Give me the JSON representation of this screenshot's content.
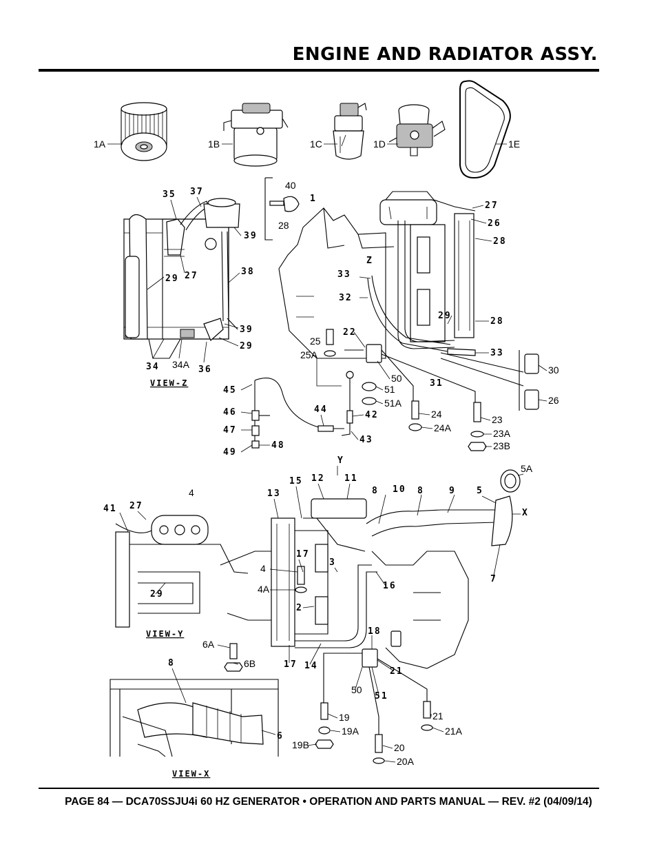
{
  "header": {
    "title": "ENGINE AND RADIATOR ASSY."
  },
  "footer": {
    "text": "PAGE 84 — DCA70SSJU4i 60 HZ GENERATOR • OPERATION AND PARTS MANUAL — REV. #2 (04/09/14)"
  },
  "views": {
    "z": "VIEW-Z",
    "y": "VIEW-Y",
    "x": "VIEW-X"
  },
  "callouts": {
    "c1A": "1A",
    "c1B": "1B",
    "c1C": "1C",
    "c1D": "1D",
    "c1E": "1E",
    "c1": "1",
    "c2": "2",
    "c3": "3",
    "c4": "4",
    "c4b": "4",
    "c4A": "4A",
    "c5": "5",
    "c5A": "5A",
    "c6": "6",
    "c6A": "6A",
    "c6B": "6B",
    "c7": "7",
    "c8a": "8",
    "c8b": "8",
    "c8c": "8",
    "c9": "9",
    "c10": "10",
    "c11": "11",
    "c12": "12",
    "c13": "13",
    "c14": "14",
    "c15": "15",
    "c16": "16",
    "c17a": "17",
    "c17b": "17",
    "c18": "18",
    "c19": "19",
    "c19A": "19A",
    "c19B": "19B",
    "c20": "20",
    "c20A": "20A",
    "c21a": "21",
    "c21b": "21",
    "c21A": "21A",
    "c22": "22",
    "c23": "23",
    "c23A": "23A",
    "c23B": "23B",
    "c24": "24",
    "c24A": "24A",
    "c25": "25",
    "c25A": "25A",
    "c26a": "26",
    "c26b": "26",
    "c27a": "27",
    "c27b": "27",
    "c27c": "27",
    "c28a": "28",
    "c28b": "28",
    "c28c": "28",
    "c29a": "29",
    "c29b": "29",
    "c29c": "29",
    "c29d": "29",
    "c30": "30",
    "c31": "31",
    "c32": "32",
    "c33a": "33",
    "c33b": "33",
    "c34": "34",
    "c34A": "34A",
    "c35": "35",
    "c36": "36",
    "c37": "37",
    "c38": "38",
    "c39a": "39",
    "c39b": "39",
    "c40": "40",
    "c41": "41",
    "c42": "42",
    "c43": "43",
    "c44": "44",
    "c45": "45",
    "c46": "46",
    "c47": "47",
    "c48": "48",
    "c49": "49",
    "c50a": "50",
    "c50b": "50",
    "c51a": "51",
    "c51b": "51",
    "c51A": "51A",
    "cZ": "Z",
    "cY": "Y",
    "cX": "X"
  }
}
